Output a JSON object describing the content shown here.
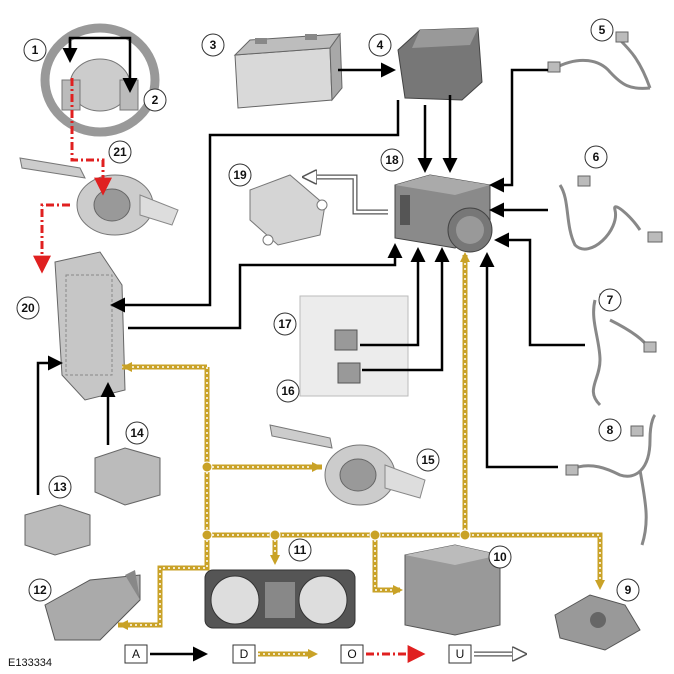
{
  "diagram": {
    "reference_code": "E133334",
    "callouts": [
      "1",
      "2",
      "3",
      "4",
      "5",
      "6",
      "7",
      "8",
      "9",
      "10",
      "11",
      "12",
      "13",
      "14",
      "15",
      "16",
      "17",
      "18",
      "19",
      "20",
      "21"
    ],
    "legend": [
      {
        "letter": "A",
        "line_color": "#000000",
        "style": "solid"
      },
      {
        "letter": "D",
        "line_color": "#c9a227",
        "style": "dotted-double"
      },
      {
        "letter": "O",
        "line_color": "#e02020",
        "style": "dash-dot"
      },
      {
        "letter": "U",
        "line_color": "#555555",
        "style": "hollow"
      }
    ],
    "colors": {
      "direct": "#000000",
      "databus": "#c9a227",
      "databus_dot": "#ffffff",
      "rf": "#e02020",
      "component_fill": "#d0d0d0",
      "component_stroke": "#666666"
    }
  }
}
